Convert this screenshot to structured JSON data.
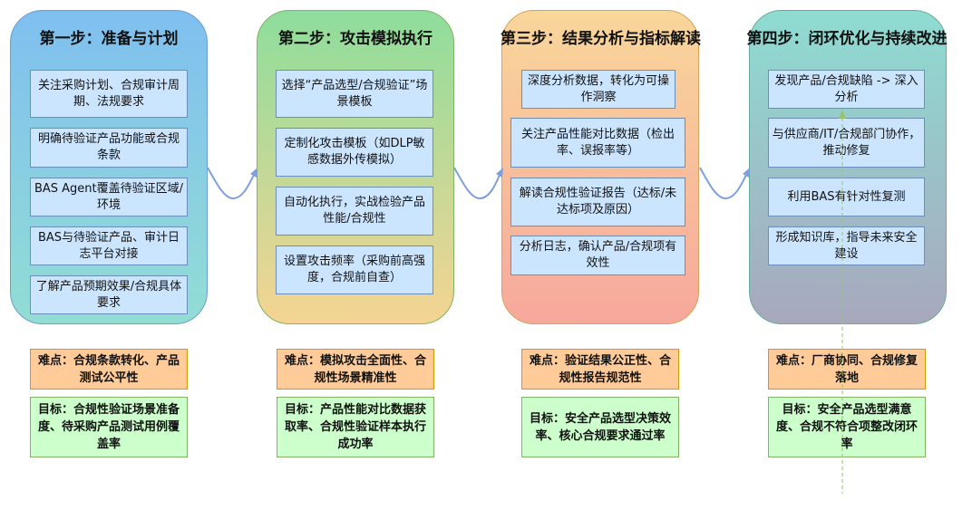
{
  "steps": [
    {
      "title": "第一步：准备与计划",
      "items": [
        "关注采购计划、合规审计周期、法规要求",
        "明确待验证产品功能或合规条款",
        "BAS Agent覆盖待验证区域/环境",
        "BAS与待验证产品、审计日志平台对接",
        "了解产品预期效果/合规具体要求"
      ],
      "difficulty": "难点：合规条款转化、产品测试公平性",
      "goal": "目标：合规性验证场景准备度、待采购产品测试用例覆盖率"
    },
    {
      "title": "第二步：攻击模拟执行",
      "items": [
        "选择“产品选型/合规验证”场景模板",
        "定制化攻击模板（如DLP敏感数据外传模拟）",
        "自动化执行，实战检验产品性能/合规性",
        "设置攻击频率（采购前高强度，合规前自查）"
      ],
      "difficulty": "难点：模拟攻击全面性、合规性场景精准性",
      "goal": "目标：产品性能对比数据获取率、合规性验证样本执行成功率"
    },
    {
      "title": "第三步：结果分析与指标解读",
      "items": [
        "深度分析数据，转化为可操作洞察",
        "关注产品性能对比数据（检出率、误报率等）",
        "解读合规性验证报告（达标/未达标项及原因）",
        "分析日志，确认产品/合规项有效性"
      ],
      "difficulty": "难点：验证结果公正性、合规性报告规范性",
      "goal": "目标：安全产品选型决策效率、核心合规要求通过率"
    },
    {
      "title": "第四步：闭环优化与持续改进",
      "items": [
        "发现产品/合规缺陷 -> 深入分析",
        "与供应商/IT/合规部门协作，推动修复",
        "利用BAS有针对性复测",
        "形成知识库，指导未来安全建设"
      ],
      "difficulty": "难点：厂商协同、合规修复落地",
      "goal": "目标：安全产品选型满意度、合规不符合项整改闭环率"
    }
  ],
  "colors": {
    "item_fill": "#cce5ff",
    "difficulty_fill": "#ffcc99",
    "goal_fill": "#ccffcc",
    "arrow": "#7f9fe0",
    "feedback": "#97c36b"
  }
}
